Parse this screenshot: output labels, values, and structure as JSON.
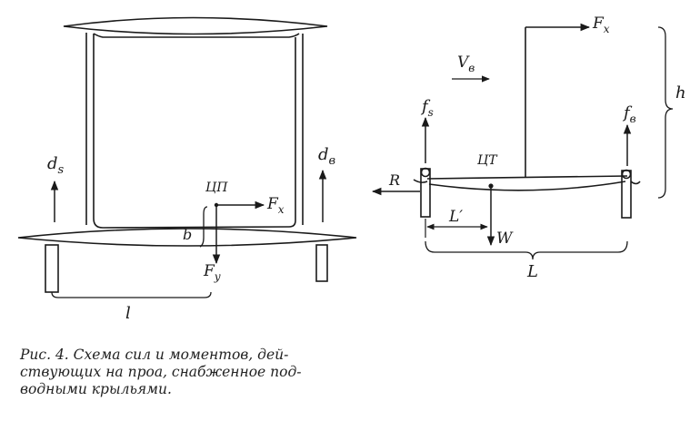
{
  "colors": {
    "ink": "#1a1a1a",
    "paper": "#ffffff"
  },
  "labels": {
    "d_s_main": "d",
    "d_s_sub": "s",
    "d_v_main": "d",
    "d_v_sub": "в",
    "cp": "ЦП",
    "fx_main": "F",
    "fx_sub": "x",
    "fy_main": "F",
    "fy_sub": "y",
    "b": "b",
    "l": "l",
    "fx2_main": "F",
    "fx2_sub": "x",
    "vv_main": "V",
    "vv_sub": "в",
    "fs_main": "f",
    "fs_sub": "s",
    "fv_main": "f",
    "fv_sub": "в",
    "h": "h",
    "cg": "ЦТ",
    "r": "R",
    "l_prime": "L′",
    "w": "W",
    "L": "L"
  },
  "caption": {
    "line1": "Рис. 4. Схема сил и моментов, дей-",
    "line2": "ствующих на проа, снабженное под-",
    "line3": "водными крыльями."
  }
}
